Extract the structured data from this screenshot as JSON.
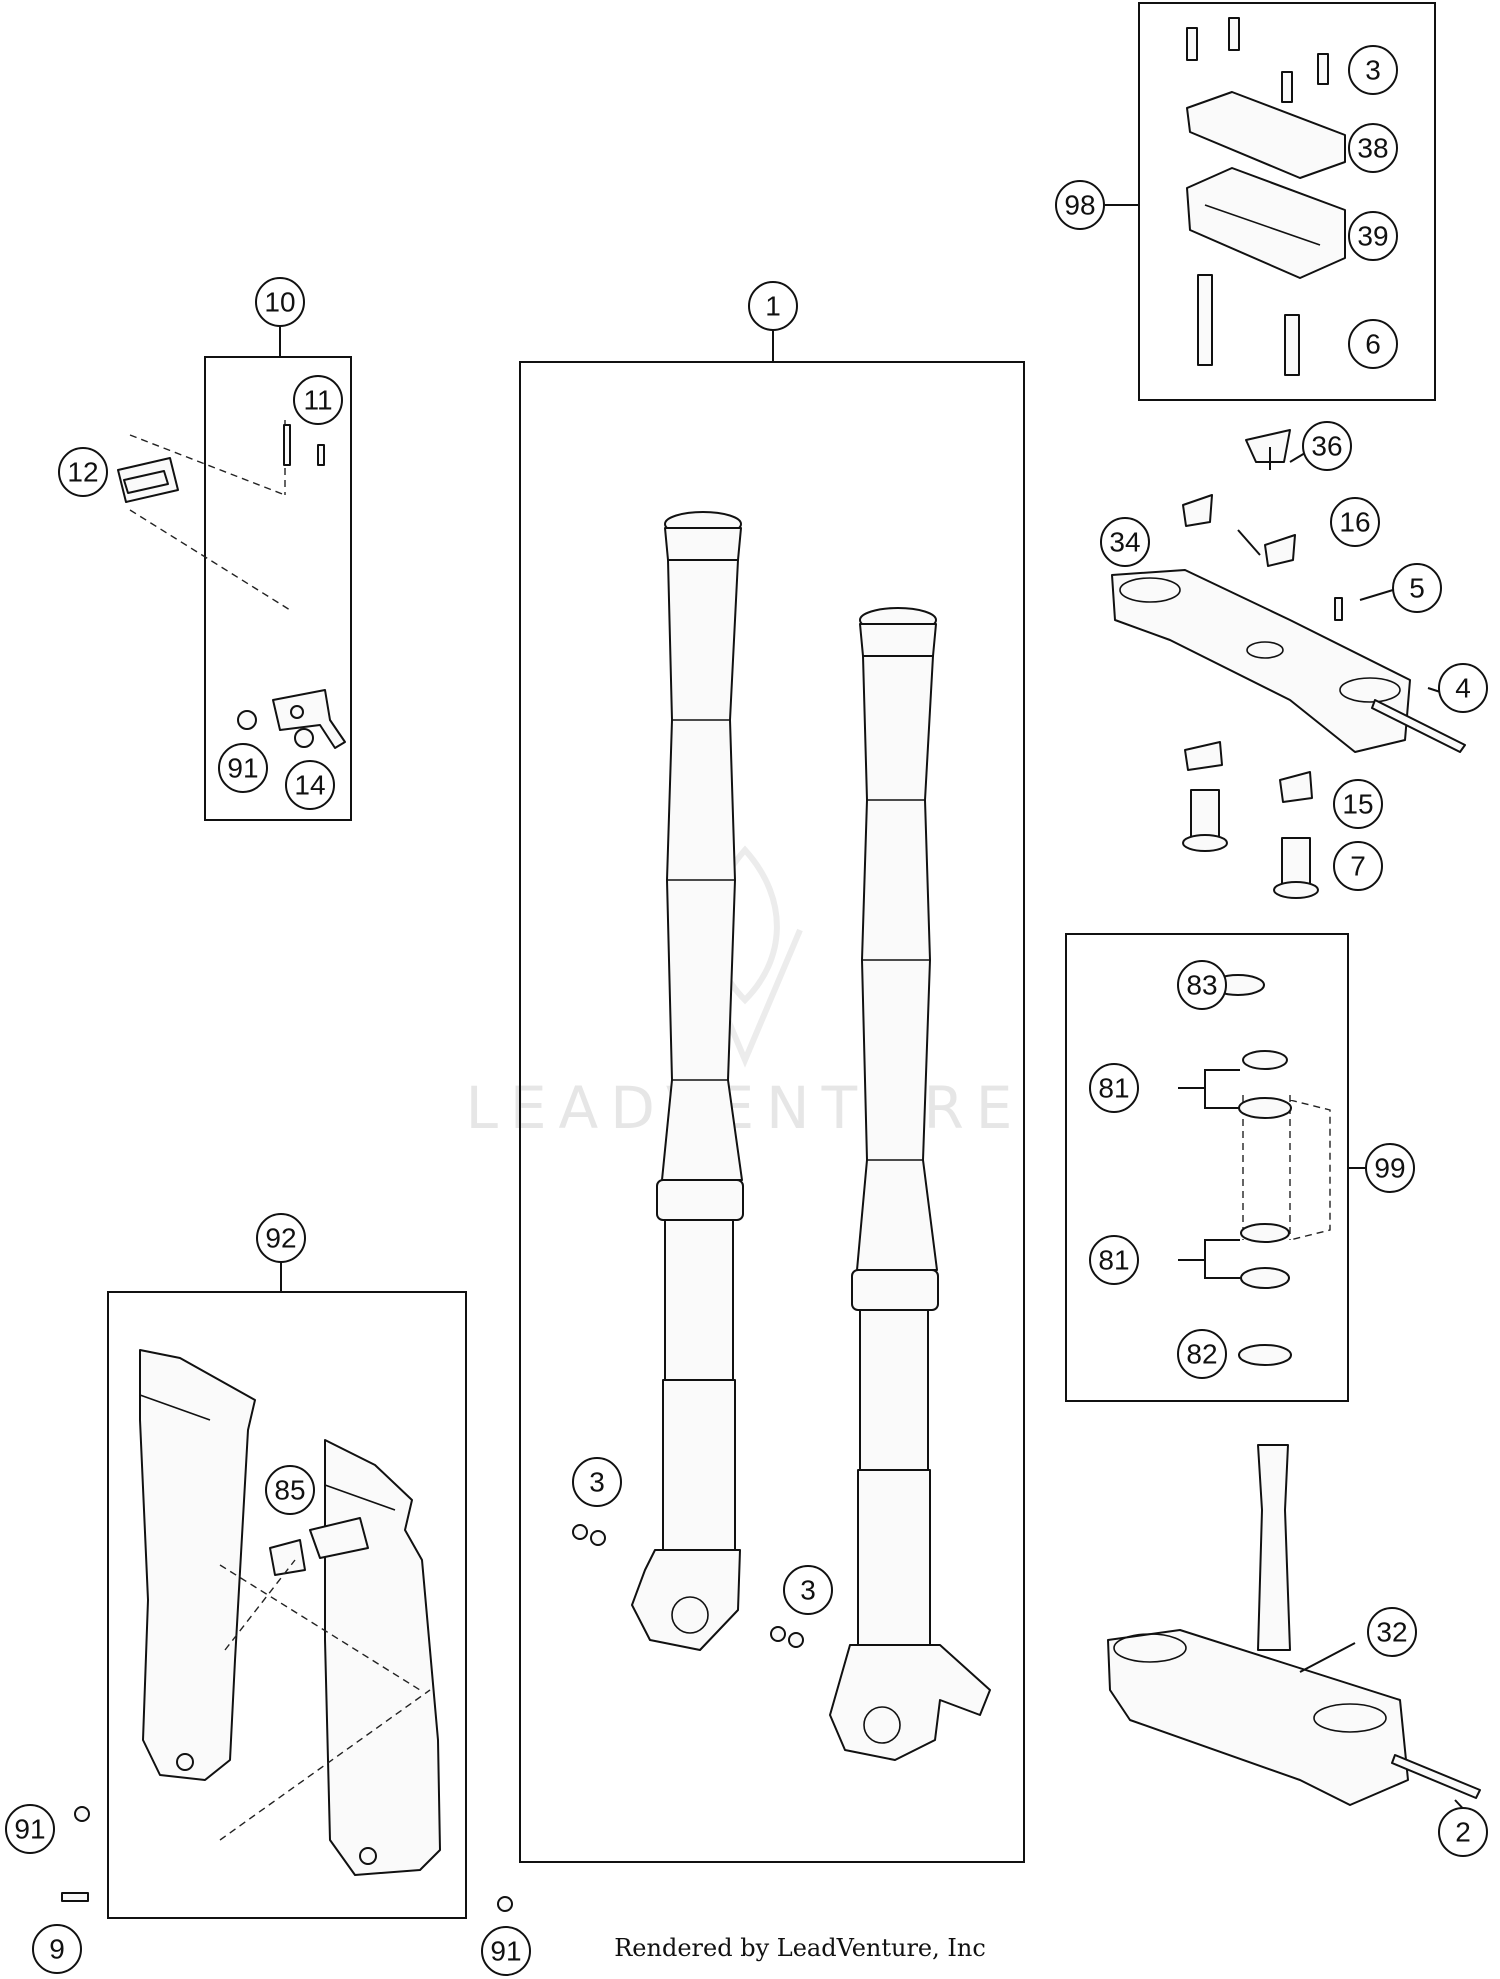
{
  "watermark": {
    "text": "LEADVENTURE"
  },
  "footer": {
    "text": "Rendered by LeadVenture, Inc"
  },
  "callouts": [
    "1",
    "2",
    "3",
    "3",
    "3",
    "4",
    "5",
    "6",
    "7",
    "9",
    "10",
    "11",
    "12",
    "14",
    "15",
    "16",
    "32",
    "34",
    "36",
    "38",
    "39",
    "81",
    "81",
    "82",
    "83",
    "85",
    "91",
    "91",
    "91",
    "92",
    "98",
    "99"
  ]
}
